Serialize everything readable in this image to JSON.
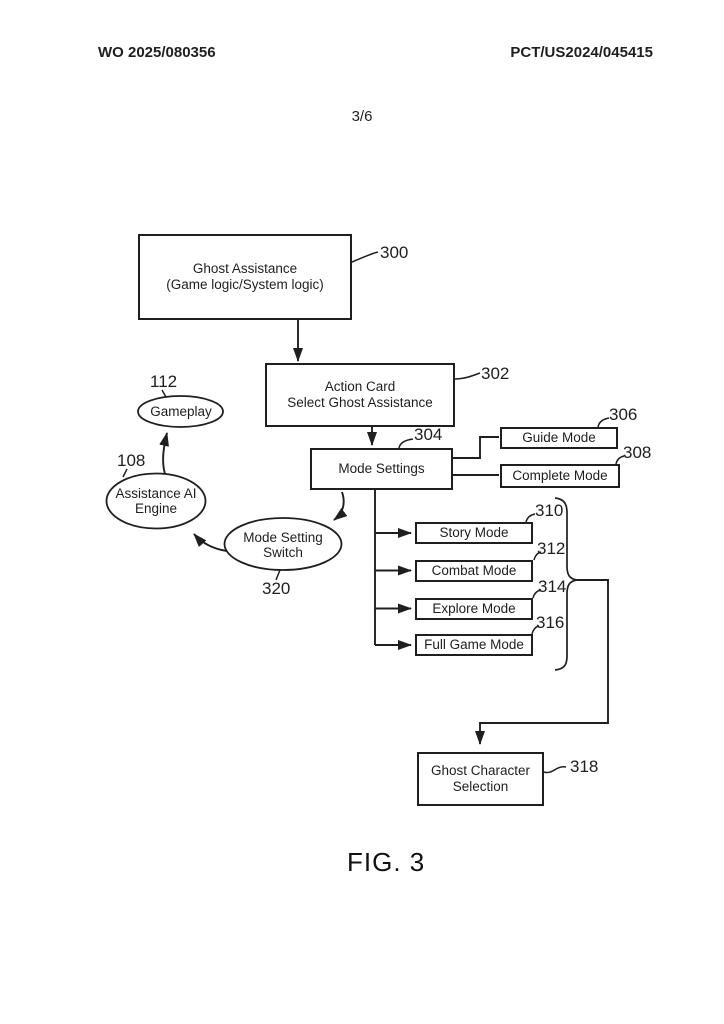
{
  "header": {
    "left": "WO 2025/080356",
    "right": "PCT/US2024/045415",
    "page": "3/6"
  },
  "figure": {
    "label": "FIG. 3"
  },
  "colors": {
    "ink": "#1f1f1f",
    "paper": "#ffffff"
  },
  "nodes": {
    "ghost_assistance": {
      "line1": "Ghost Assistance",
      "line2": "(Game logic/System logic)",
      "ref": "300"
    },
    "action_card": {
      "line1": "Action Card",
      "line2": "Select Ghost Assistance",
      "ref": "302"
    },
    "mode_settings": {
      "label": "Mode Settings",
      "ref": "304"
    },
    "guide_mode": {
      "label": "Guide Mode",
      "ref": "306"
    },
    "complete_mode": {
      "label": "Complete Mode",
      "ref": "308"
    },
    "story_mode": {
      "label": "Story Mode",
      "ref": "310"
    },
    "combat_mode": {
      "label": "Combat Mode",
      "ref": "312"
    },
    "explore_mode": {
      "label": "Explore Mode",
      "ref": "314"
    },
    "full_game_mode": {
      "label": "Full Game Mode",
      "ref": "316"
    },
    "ghost_character_selection": {
      "line1": "Ghost Character",
      "line2": "Selection",
      "ref": "318"
    },
    "gameplay": {
      "label": "Gameplay",
      "ref": "112"
    },
    "assistance_ai_engine": {
      "line1": "Assistance AI",
      "line2": "Engine",
      "ref": "108"
    },
    "mode_setting_switch": {
      "line1": "Mode Setting",
      "line2": "Switch",
      "ref": "320"
    }
  }
}
